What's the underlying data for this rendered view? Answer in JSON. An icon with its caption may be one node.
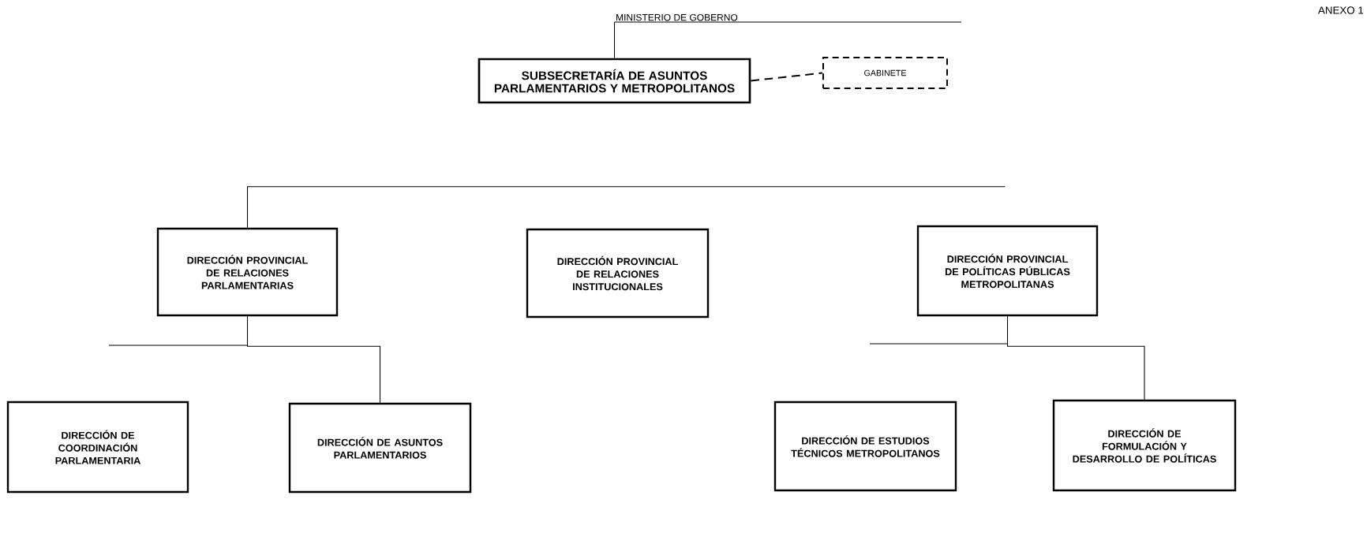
{
  "diagram": {
    "nodes": [
      {
        "text": [
          "MINISTERIO DE GOBERNO"
        ]
      },
      {
        "text": [
          "SUBSECRETARÍA DE ASUNTOS PARLAMENTARIOS Y METROPOLITANOS"
        ]
      },
      {
        "text": [
          "GABINETE"
        ]
      },
      {
        "text": [
          "DIRECCIÓN PROVINCIAL DE RELACIONES PARLAMENTARIAS"
        ]
      },
      {
        "text": [
          "DIRECCIÓN PROVINCIAL DE RELACIONES INSTITUCIONALES"
        ]
      },
      {
        "text": [
          "DIRECCIÓN PROVINCIAL DE POLÍTICAS PÚBLICAS METROPOLITANAS"
        ]
      },
      {
        "text": [
          "DIRECCIÓN DE COORDINACIÓN PARLAMENTARIA"
        ]
      },
      {
        "text": [
          "DIRECCIÓN DE ASUNTOS PARLAMENTARIOS"
        ]
      },
      {
        "text": [
          "DIRECCIÓN DE ESTUDIOS TÉCNICOS METROPOLITANOS"
        ]
      },
      {
        "text": [
          "DIRECCIÓN DE FORMULACIÓN Y DESARROLLO DE POLÍTICAS"
        ]
      }
    ],
    "edges": [
      {
        "from": 1,
        "to": 0,
        "arrow": "none"
      },
      {
        "from": 1,
        "to": 2,
        "arrow": "none",
        "style": "dashed"
      },
      {
        "from": 3,
        "to": null,
        "arrow": "none"
      },
      {
        "from": 3,
        "to": 7,
        "arrow": "none"
      },
      {
        "from": 5,
        "to": 9,
        "arrow": "none"
      }
    ],
    "labels": [
      "ANEXO 1"
    ]
  }
}
